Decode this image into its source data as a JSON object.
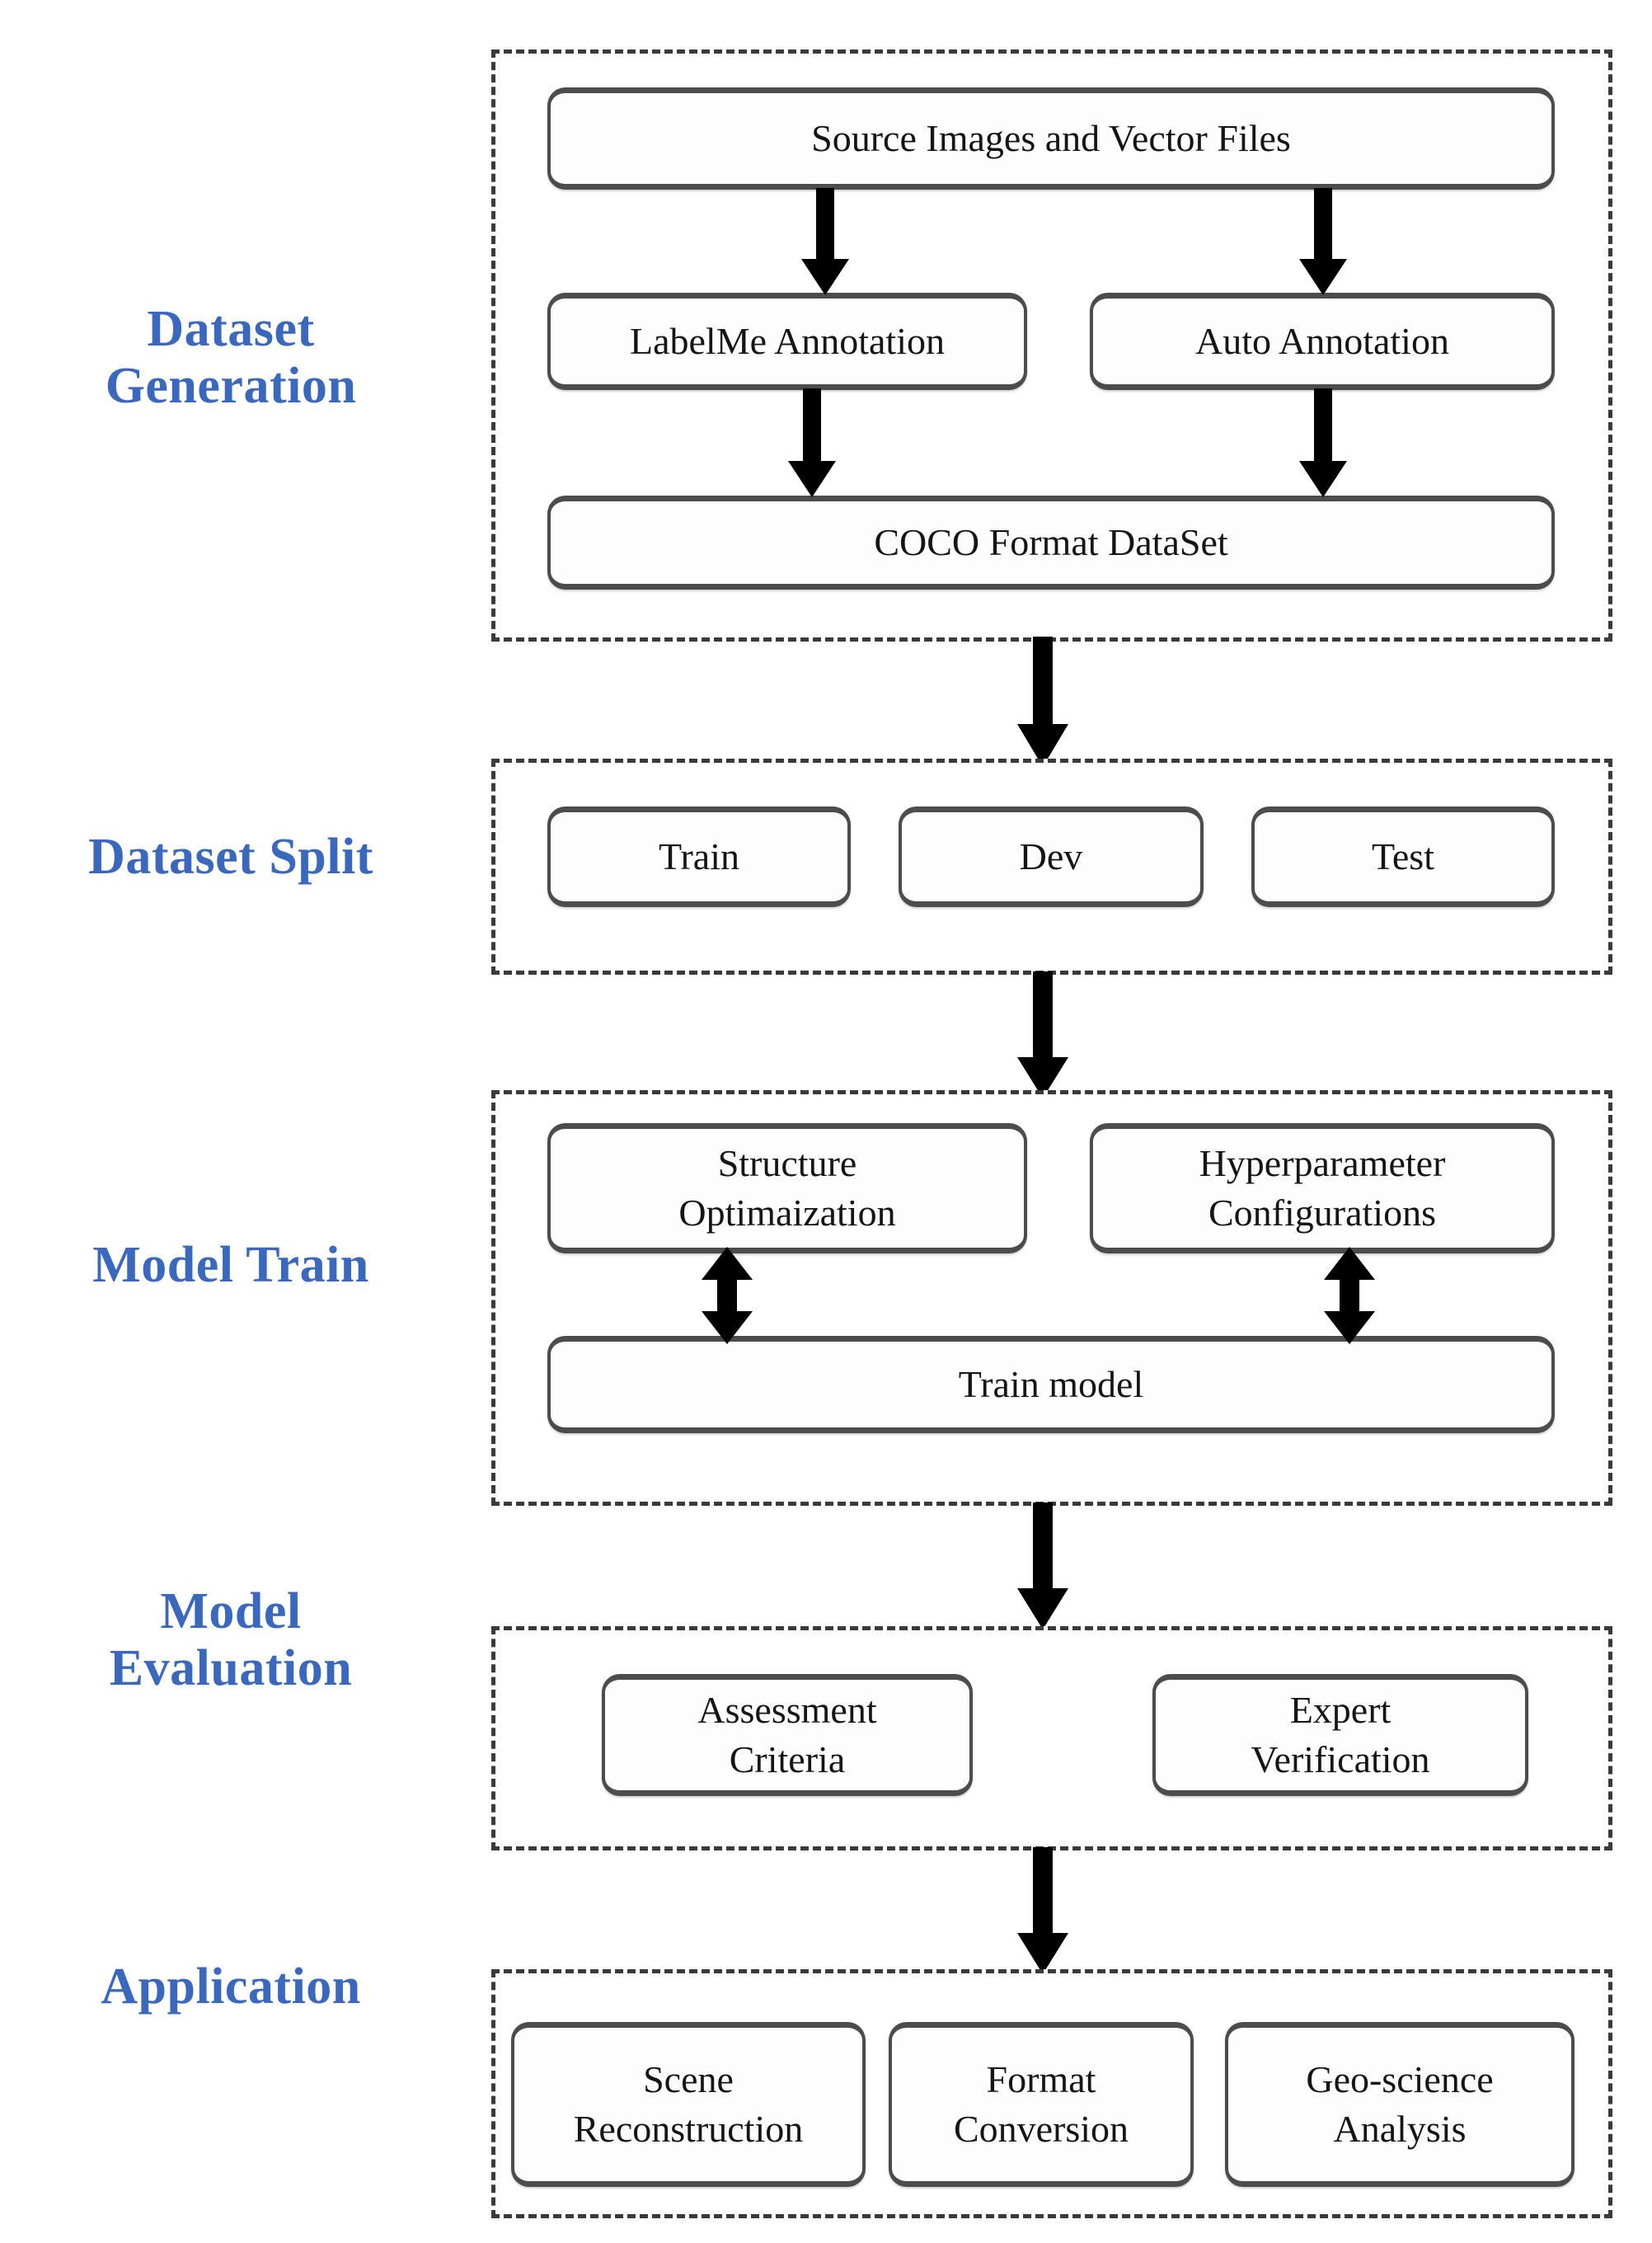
{
  "figure": {
    "type": "flowchart",
    "orientation": "vertical",
    "accent_color": "#3a68be",
    "node_border_color": "#4c4c4c",
    "group_border_style": "dashed",
    "arrow_color": "#000000"
  },
  "stages": [
    {
      "id": "dataset-generation",
      "label_line1": "Dataset",
      "label_line2": "Generation",
      "nodes": [
        {
          "id": "source-images",
          "text": "Source Images and Vector Files"
        },
        {
          "id": "labelme-annotation",
          "text": "LabelMe Annotation"
        },
        {
          "id": "auto-annotation",
          "text": "Auto Annotation"
        },
        {
          "id": "coco-dataset",
          "text": "COCO Format DataSet"
        }
      ]
    },
    {
      "id": "dataset-split",
      "label_line1": "Dataset Split",
      "label_line2": "",
      "nodes": [
        {
          "id": "train-split",
          "text": "Train"
        },
        {
          "id": "dev-split",
          "text": "Dev"
        },
        {
          "id": "test-split",
          "text": "Test"
        }
      ]
    },
    {
      "id": "model-train",
      "label_line1": "Model Train",
      "label_line2": "",
      "nodes": [
        {
          "id": "structure-optimaization",
          "text_line1": "Structure",
          "text_line2": "Optimaization"
        },
        {
          "id": "hyperparameter-configurations",
          "text_line1": "Hyperparameter",
          "text_line2": "Configurations"
        },
        {
          "id": "train-model",
          "text": "Train model"
        }
      ]
    },
    {
      "id": "model-evaluation",
      "label_line1": "Model",
      "label_line2": "Evaluation",
      "nodes": [
        {
          "id": "assessment-criteria",
          "text_line1": "Assessment",
          "text_line2": "Criteria"
        },
        {
          "id": "expert-verification",
          "text_line1": "Expert",
          "text_line2": "Verification"
        }
      ]
    },
    {
      "id": "application",
      "label_line1": "Application",
      "label_line2": "",
      "nodes": [
        {
          "id": "scene-reconstruction",
          "text_line1": "Scene",
          "text_line2": "Reconstruction"
        },
        {
          "id": "format-conversion",
          "text_line1": "Format",
          "text_line2": "Conversion"
        },
        {
          "id": "geo-science-analysis",
          "text_line1": "Geo-science",
          "text_line2": "Analysis"
        }
      ]
    }
  ],
  "connections": [
    {
      "id": "source-to-labelme",
      "from": "source-images",
      "to": "labelme-annotation",
      "style": "single-down"
    },
    {
      "id": "source-to-auto",
      "from": "source-images",
      "to": "auto-annotation",
      "style": "single-down"
    },
    {
      "id": "labelme-to-coco",
      "from": "labelme-annotation",
      "to": "coco-dataset",
      "style": "single-down"
    },
    {
      "id": "auto-to-coco",
      "from": "auto-annotation",
      "to": "coco-dataset",
      "style": "single-down"
    },
    {
      "id": "generation-to-split",
      "from": "dataset-generation",
      "to": "dataset-split",
      "style": "single-down"
    },
    {
      "id": "split-to-train",
      "from": "dataset-split",
      "to": "model-train",
      "style": "single-down"
    },
    {
      "id": "structure-to-trainmodel",
      "from": "structure-optimaization",
      "to": "train-model",
      "style": "double"
    },
    {
      "id": "hyperparameter-to-trainmodel",
      "from": "hyperparameter-configurations",
      "to": "train-model",
      "style": "double"
    },
    {
      "id": "train-to-evaluation",
      "from": "model-train",
      "to": "model-evaluation",
      "style": "single-down"
    },
    {
      "id": "evaluation-to-application",
      "from": "model-evaluation",
      "to": "application",
      "style": "single-down"
    }
  ]
}
